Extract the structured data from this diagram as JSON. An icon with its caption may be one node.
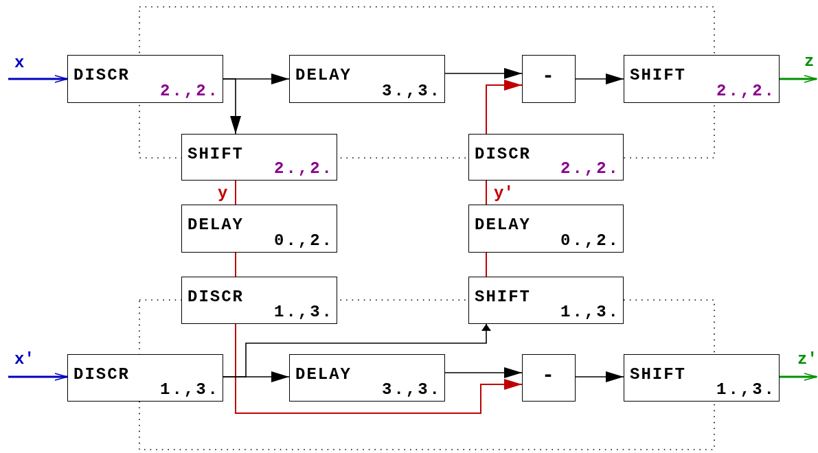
{
  "diagram": {
    "nodes": [
      {
        "text": [
          "DISCR",
          "2.,2."
        ]
      },
      {
        "text": [
          "DELAY",
          "3.,3."
        ]
      },
      {
        "text": [
          "-"
        ]
      },
      {
        "text": [
          "SHIFT",
          "2.,2."
        ]
      },
      {
        "text": [
          "SHIFT",
          "2.,2."
        ]
      },
      {
        "text": [
          "DISCR",
          "2.,2."
        ]
      },
      {
        "text": [
          "DELAY",
          "0.,2."
        ]
      },
      {
        "text": [
          "DELAY",
          "0.,2."
        ]
      },
      {
        "text": [
          "DISCR",
          "1.,3."
        ]
      },
      {
        "text": [
          "SHIFT",
          "1.,3."
        ]
      },
      {
        "text": [
          "DISCR",
          "1.,3."
        ]
      },
      {
        "text": [
          "DELAY",
          "3.,3."
        ]
      },
      {
        "text": [
          "-"
        ]
      },
      {
        "text": [
          "SHIFT",
          "1.,3."
        ]
      }
    ],
    "edges": [
      {
        "from": null,
        "to": 0,
        "arrow": "to",
        "label": "x",
        "color": "#0000c0"
      },
      {
        "from": 0,
        "to": 1,
        "arrow": "to"
      },
      {
        "from": 0,
        "to": 4,
        "arrow": "to"
      },
      {
        "from": 1,
        "to": 2,
        "arrow": "to"
      },
      {
        "from": 5,
        "to": 2,
        "arrow": "to",
        "color": "#c00000"
      },
      {
        "from": 2,
        "to": 3,
        "arrow": "to"
      },
      {
        "from": 3,
        "to": null,
        "arrow": "to",
        "label": "z",
        "color": "#009000"
      },
      {
        "from": 4,
        "to": 6,
        "arrow": "none",
        "label": "y",
        "color": "#c00000"
      },
      {
        "from": 6,
        "to": 8,
        "arrow": "none",
        "color": "#c00000"
      },
      {
        "from": 8,
        "to": 12,
        "arrow": "to",
        "color": "#c00000"
      },
      {
        "from": null,
        "to": 10,
        "arrow": "to",
        "label": "x′",
        "color": "#0000c0"
      },
      {
        "from": 10,
        "to": 11,
        "arrow": "to"
      },
      {
        "from": 10,
        "to": 9,
        "arrow": "to"
      },
      {
        "from": 11,
        "to": 12,
        "arrow": "to"
      },
      {
        "from": 12,
        "to": 13,
        "arrow": "to"
      },
      {
        "from": 13,
        "to": null,
        "arrow": "to",
        "label": "z′",
        "color": "#009000"
      },
      {
        "from": 9,
        "to": 7,
        "arrow": "none",
        "color": "#c00000"
      },
      {
        "from": 7,
        "to": 5,
        "arrow": "none",
        "label": "y′",
        "color": "#c00000"
      }
    ]
  }
}
